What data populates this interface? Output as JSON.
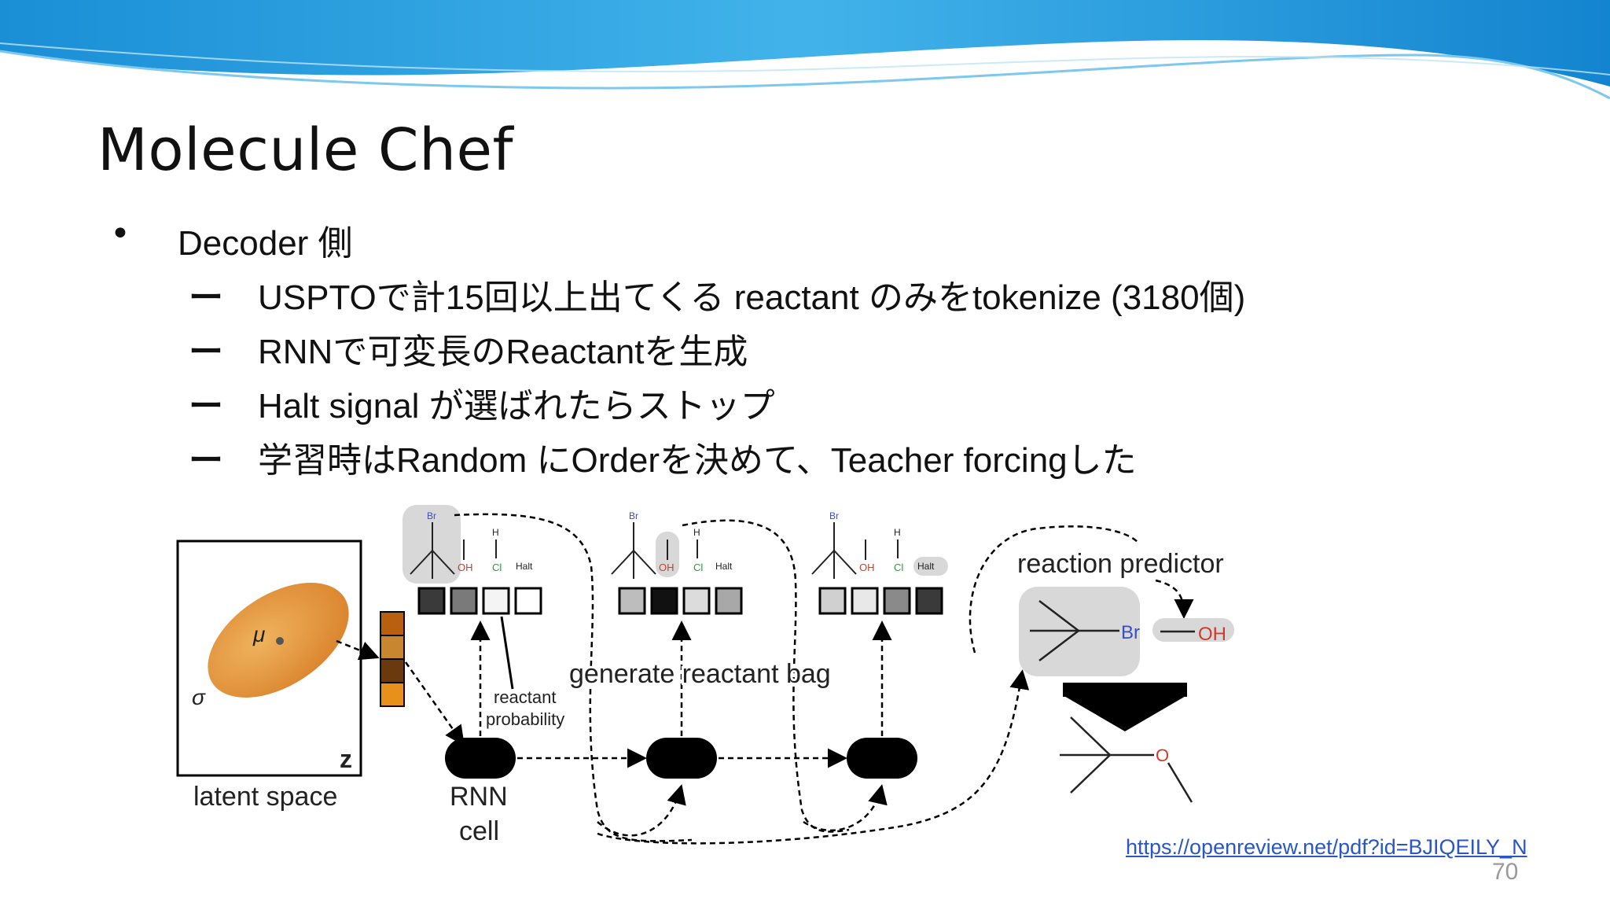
{
  "slide": {
    "title": "Molecule Chef",
    "bullet": "Decoder 側",
    "subbullets": [
      "USPTOで計15回以上出てくる reactant のみをtokenize (3180個)",
      "RNNで可変長のReactantを生成",
      "Halt signal が選ばれたらストップ",
      "学習時はRandom にOrderを決めて、Teacher forcingした"
    ],
    "dash_symbol": "ー",
    "link": "https://openreview.net/pdf?id=BJIQEILY_N",
    "page_number": "70"
  },
  "diagram": {
    "latent_label": "latent space",
    "mu": "μ",
    "sigma": "σ",
    "z": "z",
    "rnn_label_1": "RNN",
    "rnn_label_2": "cell",
    "reactant_prob_1": "reactant",
    "reactant_prob_2": "probability",
    "bag_label": "generate reactant bag",
    "predictor_label": "reaction predictor",
    "br": "Br",
    "oh": "OH",
    "cl": "Cl",
    "h": "H",
    "halt": "Halt",
    "o": "O",
    "colors": {
      "ellipse": "#e89a3c",
      "accent_blue": "#1e90d8",
      "oh_red": "#d03a2a",
      "br_blue": "#3a4fbf",
      "cl_green": "#2a9a3a"
    }
  }
}
